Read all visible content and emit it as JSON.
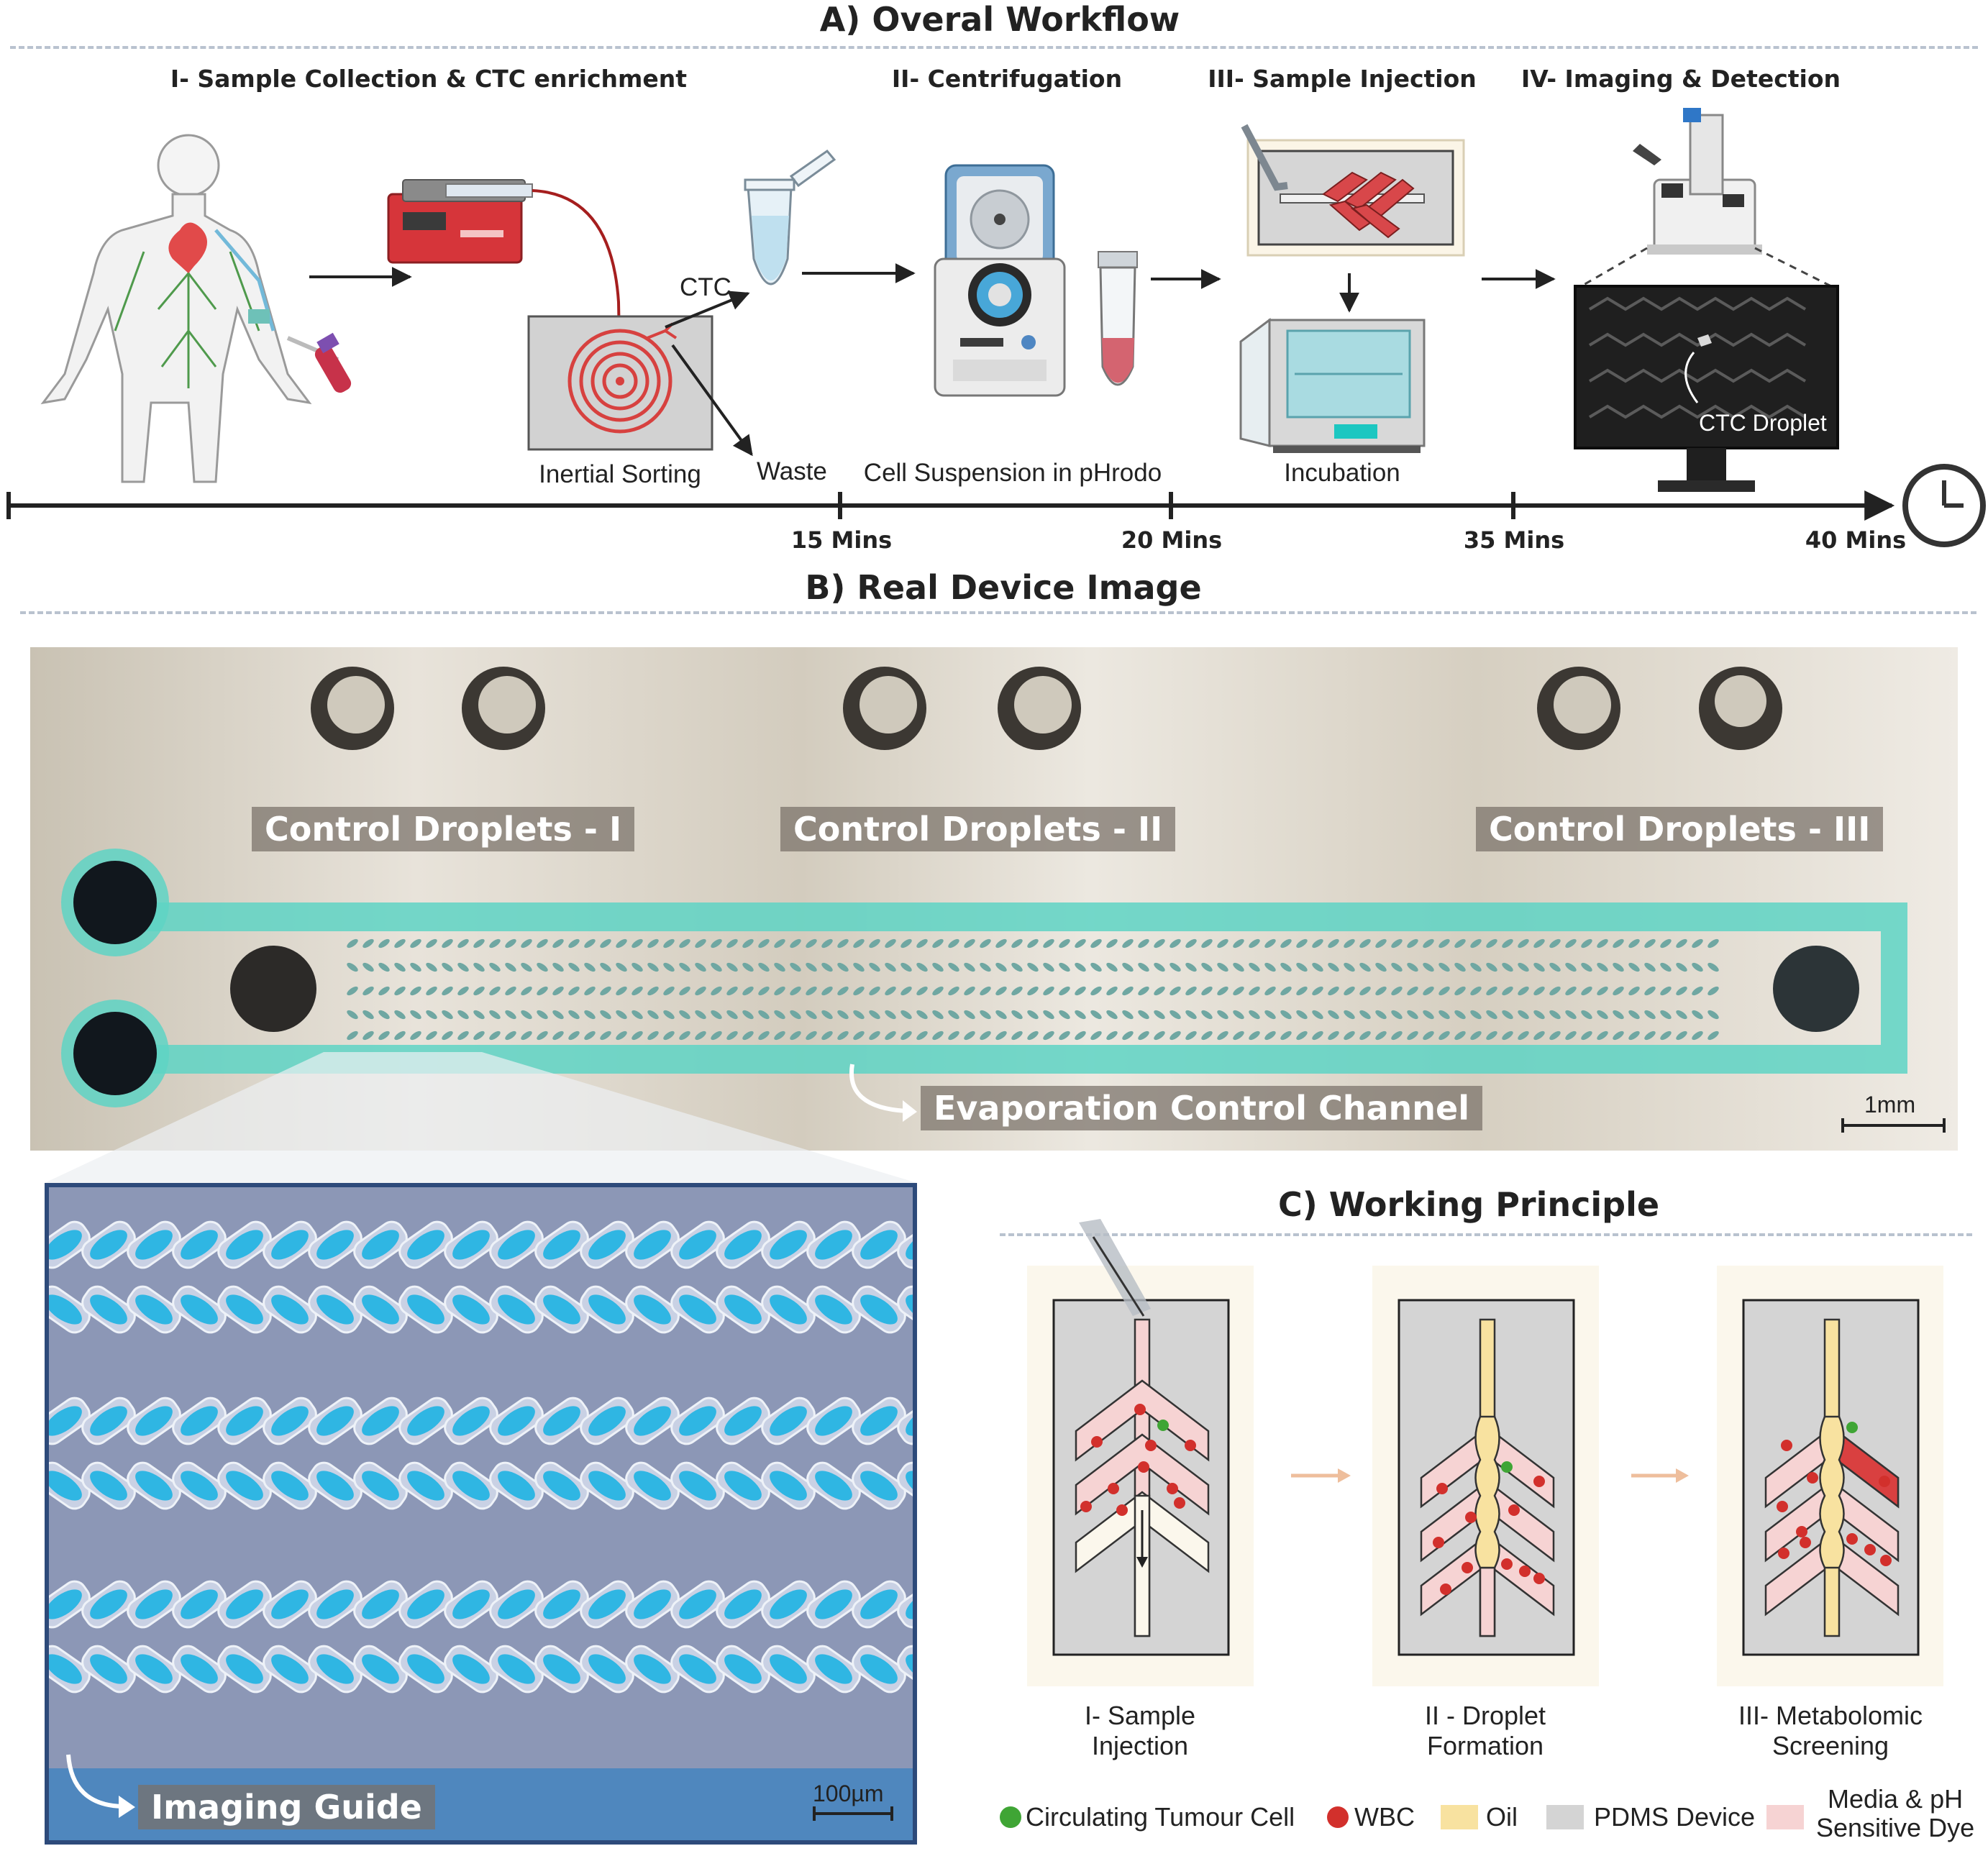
{
  "section_a": {
    "title": "A) Overal Workflow",
    "steps": [
      {
        "title": "I- Sample Collection & CTC enrichment"
      },
      {
        "title": "II- Centrifugation"
      },
      {
        "title": "III- Sample Injection"
      },
      {
        "title": "IV- Imaging & Detection"
      }
    ],
    "labels": {
      "ctc": "CTC",
      "waste": "Waste",
      "inertial_sorting": "Inertial Sorting",
      "cell_suspension": "Cell Suspension in pHrodo",
      "incubation": "Incubation",
      "ctc_droplet": "CTC Droplet"
    },
    "timeline": [
      "15 Mins",
      "20 Mins",
      "35 Mins",
      "40 Mins"
    ]
  },
  "section_b": {
    "title": "B) Real Device Image",
    "control_droplets": [
      "Control Droplets - I",
      "Control Droplets - II",
      "Control Droplets - III"
    ],
    "evaporation_label": "Evaporation Control Channel",
    "scale_device": "1mm",
    "imaging_guide": "Imaging Guide",
    "scale_zoom": "100µm"
  },
  "section_c": {
    "title": "C) Working Principle",
    "panels": [
      {
        "line1": "I- Sample",
        "line2": "Injection"
      },
      {
        "line1": "II - Droplet",
        "line2": "Formation"
      },
      {
        "line1": "III- Metabolomic",
        "line2": "Screening"
      }
    ],
    "legend": [
      {
        "label": "Circulating Tumour Cell",
        "color": "#3fa535"
      },
      {
        "label": "WBC",
        "color": "#d2302c"
      },
      {
        "label": "Oil",
        "color": "#f8e2a0"
      },
      {
        "label": "PDMS Device",
        "color": "#d4d4d4"
      },
      {
        "label": "Media & pH",
        "label2": "Sensitive Dye",
        "color": "#f6d3d3"
      }
    ]
  },
  "colors": {
    "teal": "#5ed3c4",
    "droplet_blue": "#2fb6e3",
    "device_red": "#d23a36",
    "zoom_bg": "#8c97b6"
  }
}
